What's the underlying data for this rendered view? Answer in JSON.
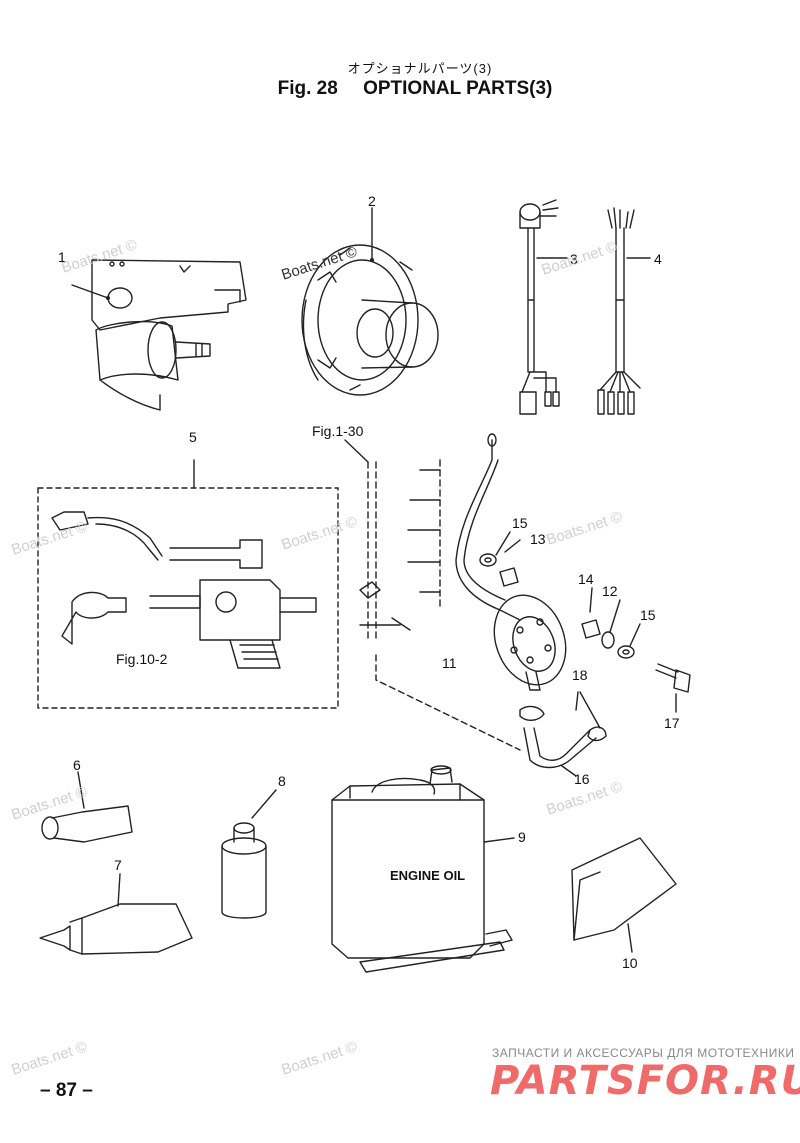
{
  "header": {
    "japanese_title": "オプショナルパーツ(3)",
    "figure_number": "Fig. 28",
    "figure_title": "OPTIONAL PARTS(3)"
  },
  "callouts": [
    "1",
    "2",
    "3",
    "4",
    "5",
    "6",
    "7",
    "8",
    "9",
    "10",
    "11",
    "12",
    "13",
    "14",
    "15",
    "15",
    "16",
    "17",
    "18"
  ],
  "references": {
    "fig_1_30": "Fig.1-30",
    "fig_10_2": "Fig.10-2"
  },
  "part_text": {
    "oil_label": "ENGINE OIL"
  },
  "footer": {
    "page_number": "– 87 –",
    "site_tagline": "ЗАПЧАСТИ И АКСЕССУАРЫ ДЛЯ МОТОТЕХНИКИ",
    "site_logo": "PARTSFOR.RU"
  },
  "watermark": "Boats.net ©"
}
